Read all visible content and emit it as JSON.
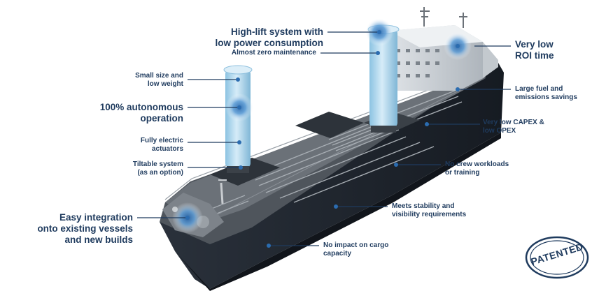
{
  "callouts": {
    "high_lift": [
      "High-lift system with",
      "low power consumption"
    ],
    "maintenance": "Almost zero maintenance",
    "roi": [
      "Very low",
      "ROI time"
    ],
    "small_size": [
      "Small size and",
      "low weight"
    ],
    "autonomous": [
      "100% autonomous",
      "operation"
    ],
    "fuel": [
      "Large fuel and",
      "emissions savings"
    ],
    "capex": [
      "Very low CAPEX &",
      "low OPEX"
    ],
    "electric": [
      "Fully electric",
      "actuators"
    ],
    "tiltable": [
      "Tiltable system",
      "(as an option)"
    ],
    "crew": [
      "No crew workloads",
      "or training"
    ],
    "integration": [
      "Easy integration",
      "onto existing vessels",
      "and new builds"
    ],
    "stability": [
      "Meets stability and",
      "visibility requirements"
    ],
    "cargo": [
      "No impact on cargo",
      "capacity"
    ]
  },
  "stamp": {
    "text": "PATENTED"
  },
  "colors": {
    "text": "#1f3b5e",
    "accent": "#2b6cb0",
    "hull": "#1e2530",
    "deck": "#5a6068",
    "sail": "#b9dcef"
  }
}
